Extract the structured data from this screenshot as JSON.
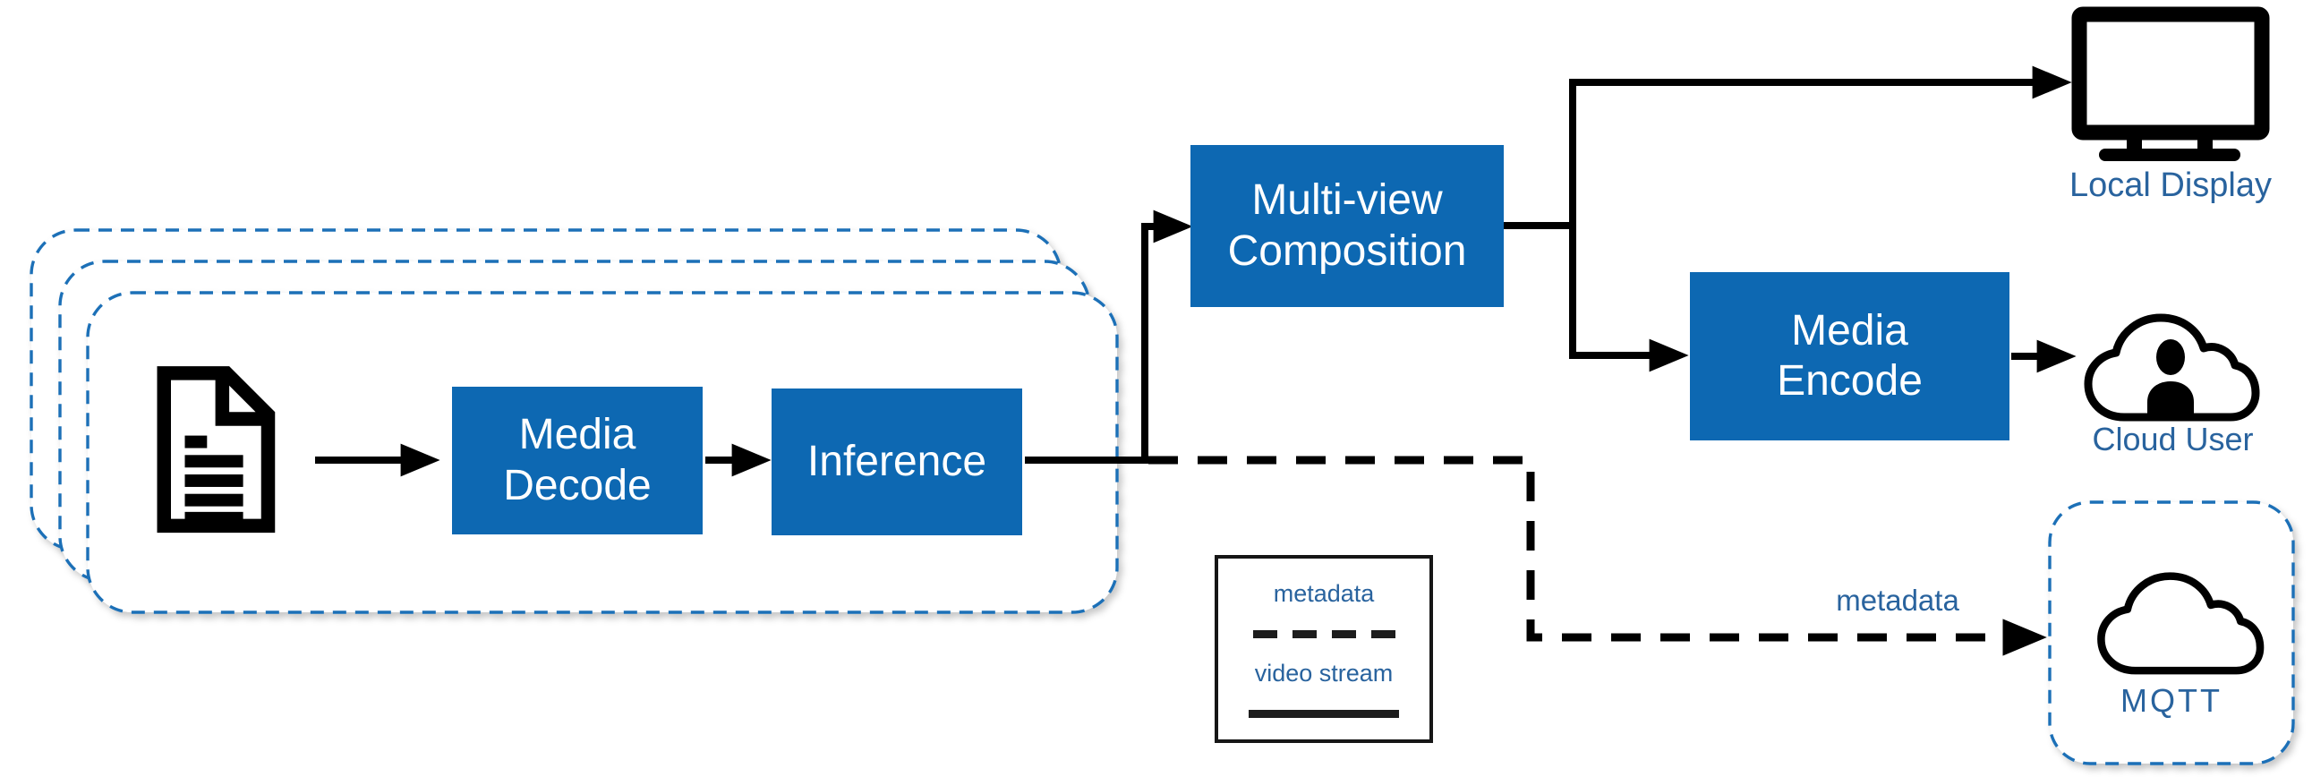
{
  "pipeline": {
    "stream_stack": {
      "count": 3
    },
    "nodes": {
      "media_decode": {
        "lines": [
          "Media",
          "Decode"
        ]
      },
      "inference": {
        "lines": [
          "Inference"
        ]
      },
      "multi_view_composition": {
        "lines": [
          "Multi-view",
          "Composition"
        ]
      },
      "media_encode": {
        "lines": [
          "Media",
          "Encode"
        ]
      }
    },
    "endpoints": {
      "local_display": {
        "label": "Local Display",
        "icon": "monitor-icon"
      },
      "cloud_user": {
        "label": "Cloud User",
        "icon": "cloud-user-icon"
      },
      "mqtt": {
        "label": "MQTT",
        "icon": "cloud-icon"
      }
    },
    "source": {
      "icon": "document-icon"
    },
    "edge_labels": {
      "metadata": "metadata"
    },
    "legend": {
      "items": [
        {
          "label": "metadata",
          "line_style": "dashed"
        },
        {
          "label": "video stream",
          "line_style": "solid"
        }
      ]
    },
    "colors": {
      "node_fill": "#0d68b2",
      "node_text": "#ffffff",
      "stack_border": "#1c6fb7",
      "label_text": "#29639e",
      "connector": "#000000"
    }
  }
}
